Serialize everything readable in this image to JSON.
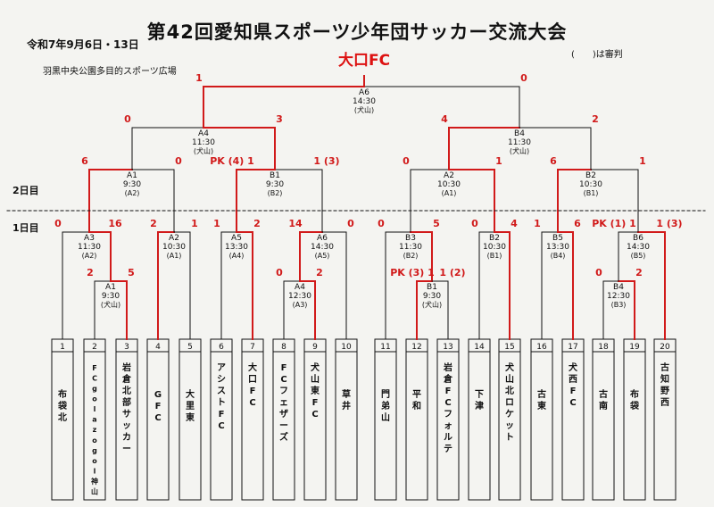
{
  "header": {
    "title": "第42回愛知県スポーツ少年団サッカー交流大会",
    "date": "令和7年9月6日・13日",
    "venue": "羽黒中央公園多目的スポーツ広場",
    "referee_note": "(　　)は審判",
    "winner": "大口FC"
  },
  "day_labels": {
    "day2": "2日目",
    "day1": "1日目"
  },
  "teams": [
    {
      "num": "1",
      "name": "布袋北"
    },
    {
      "num": "2",
      "name": "FC gola zo gol 神山"
    },
    {
      "num": "3",
      "name": "岩倉北部サッカー"
    },
    {
      "num": "4",
      "name": "GFC"
    },
    {
      "num": "5",
      "name": "大里東"
    },
    {
      "num": "6",
      "name": "アシストFC"
    },
    {
      "num": "7",
      "name": "大口FC"
    },
    {
      "num": "8",
      "name": "FCフェザーズ"
    },
    {
      "num": "9",
      "name": "犬山東FC"
    },
    {
      "num": "10",
      "name": "草井"
    },
    {
      "num": "11",
      "name": "門弟山"
    },
    {
      "num": "12",
      "name": "平和"
    },
    {
      "num": "13",
      "name": "岩倉FCフォルテ"
    },
    {
      "num": "14",
      "name": "下津"
    },
    {
      "num": "15",
      "name": "犬山北ロケット"
    },
    {
      "num": "16",
      "name": "古東"
    },
    {
      "num": "17",
      "name": "犬西FC"
    },
    {
      "num": "18",
      "name": "古南"
    },
    {
      "num": "19",
      "name": "布袋"
    },
    {
      "num": "20",
      "name": "古知野西"
    }
  ],
  "matches": [
    {
      "id": "A1-1",
      "code": "A1",
      "time": "9:30",
      "place": "(犬山)",
      "left_score": "2",
      "right_score": "5"
    },
    {
      "id": "A3",
      "code": "A3",
      "time": "11:30",
      "place": "(A2)",
      "left_score": "0",
      "right_score": "16"
    },
    {
      "id": "A2-1",
      "code": "A2",
      "time": "10:30",
      "place": "(A1)",
      "left_score": "2",
      "right_score": "1"
    },
    {
      "id": "A5",
      "code": "A5",
      "time": "13:30",
      "place": "(A4)",
      "left_score": "1",
      "right_score": "2"
    },
    {
      "id": "A4-1",
      "code": "A4",
      "time": "12:30",
      "place": "(A3)",
      "left_score": "0",
      "right_score": "2"
    },
    {
      "id": "A6-1",
      "code": "A6",
      "time": "14:30",
      "place": "(A5)",
      "left_score": "14",
      "right_score": "0"
    },
    {
      "id": "B3",
      "code": "B3",
      "time": "11:30",
      "place": "(B2)",
      "left_score": "0",
      "right_score": "5"
    },
    {
      "id": "B1-1",
      "code": "B1",
      "time": "9:30",
      "place": "(犬山)",
      "left_score": "PK (3) 1",
      "right_score": "1 (2)"
    },
    {
      "id": "B2-1",
      "code": "B2",
      "time": "10:30",
      "place": "(B1)",
      "left_score": "0",
      "right_score": "4"
    },
    {
      "id": "B5",
      "code": "B5",
      "time": "13:30",
      "place": "(B4)",
      "left_score": "1",
      "right_score": "6"
    },
    {
      "id": "B4-1",
      "code": "B4",
      "time": "12:30",
      "place": "(B3)",
      "left_score": "0",
      "right_score": "2"
    },
    {
      "id": "B6-1",
      "code": "B6",
      "time": "14:30",
      "place": "(B5)",
      "left_score": "PK (1) 1",
      "right_score": "1 (3)"
    },
    {
      "id": "A1-2",
      "code": "A1",
      "time": "9:30",
      "place": "(A2)",
      "left_score": "6",
      "right_score": "0"
    },
    {
      "id": "B1-2",
      "code": "B1",
      "time": "9:30",
      "place": "(B2)",
      "left_score": "PK (4) 1",
      "right_score": "1 (3)"
    },
    {
      "id": "A2-2",
      "code": "A2",
      "time": "10:30",
      "place": "(A1)",
      "left_score": "0",
      "right_score": "1"
    },
    {
      "id": "B2-2",
      "code": "B2",
      "time": "10:30",
      "place": "(B1)",
      "left_score": "6",
      "right_score": "1"
    },
    {
      "id": "A4-2",
      "code": "A4",
      "time": "11:30",
      "place": "(犬山)",
      "left_score": "0",
      "right_score": "3"
    },
    {
      "id": "B4-2",
      "code": "B4",
      "time": "11:30",
      "place": "(犬山)",
      "left_score": "4",
      "right_score": "2"
    },
    {
      "id": "A6-2",
      "code": "A6",
      "time": "14:30",
      "place": "(犬山)",
      "left_score": "1",
      "right_score": "0"
    }
  ],
  "colors": {
    "line": "#111111",
    "winner_line": "#d11a1a",
    "score": "#d11a1a"
  }
}
